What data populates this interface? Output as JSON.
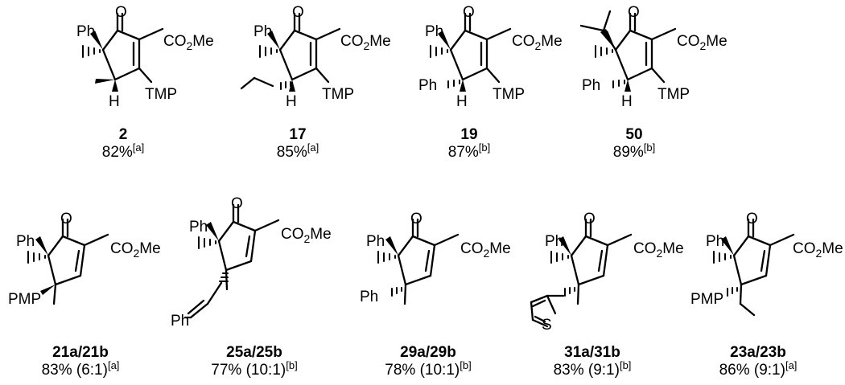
{
  "atoms": {
    "ph": "Ph",
    "o": "O",
    "co2me_prefix": "CO",
    "co2me_sub": "2",
    "co2me_suffix": "Me",
    "tmp": "TMP",
    "h": "H",
    "pmp": "PMP",
    "s": "S"
  },
  "compounds": [
    {
      "id": "2",
      "yield": "82%",
      "note": "[a]"
    },
    {
      "id": "17",
      "yield": "85%",
      "note": "[a]"
    },
    {
      "id": "19",
      "yield": "87%",
      "note": "[b]"
    },
    {
      "id": "50",
      "yield": "89%",
      "note": "[b]"
    },
    {
      "id_a": "21a",
      "id_b": "21b",
      "yield": "83% (6:1)",
      "note": "[a]"
    },
    {
      "id_a": "25a",
      "id_b": "25b",
      "yield": "77% (10:1)",
      "note": "[b]"
    },
    {
      "id_a": "29a",
      "id_b": "29b",
      "yield": "78% (10:1)",
      "note": "[b]"
    },
    {
      "id_a": "31a",
      "id_b": "31b",
      "yield": "83% (9:1)",
      "note": "[b]"
    },
    {
      "id_a": "23a",
      "id_b": "23b",
      "yield": "86% (9:1)",
      "note": "[a]"
    }
  ]
}
